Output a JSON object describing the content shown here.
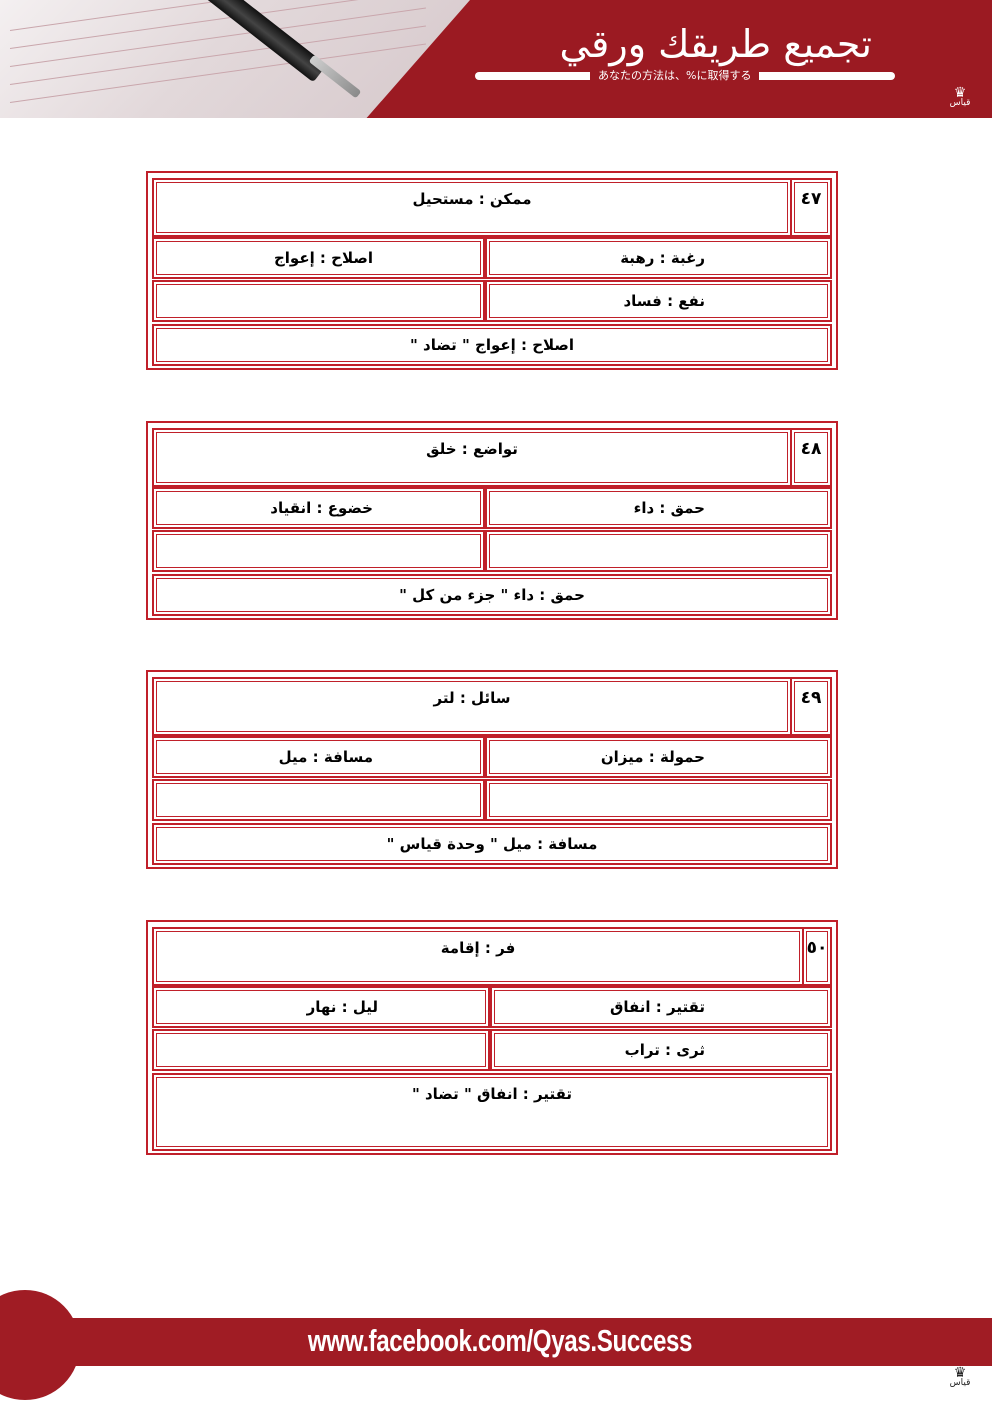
{
  "header": {
    "title": "تجميع طريقك ورقي",
    "subtitle": "あなたの方法は、%に取得する",
    "logo_text": "قياس"
  },
  "questions": [
    {
      "number": "٤٧",
      "question": "ممكن : مستحيل",
      "options": [
        "رغبة : رهبة",
        "اصلاح : إعواج",
        "نفع  : فساد",
        ""
      ],
      "answer": "اصلاح : إعواج \" تضاد \""
    },
    {
      "number": "٤٨",
      "question": "تواضع : خلق",
      "options": [
        "حمق : داء",
        "خضوع : انقياد",
        "",
        ""
      ],
      "answer": "حمق : داء \" جزء من كل \""
    },
    {
      "number": "٤٩",
      "question": "سائل : لتر",
      "options": [
        "حمولة : ميزان",
        "مسافة : ميل",
        "",
        ""
      ],
      "answer": "مسافة : ميل \" وحدة قياس \""
    },
    {
      "number": "٥٠",
      "question": "فر : إقامة",
      "options": [
        "تقتير : انفاق",
        "ليل : نهار",
        "ثرى : تراب",
        ""
      ],
      "answer": "تقتير : انفاق \" تضاد \""
    }
  ],
  "footer": {
    "url": "www.facebook.com/Qyas.Success"
  },
  "colors": {
    "brand_red": "#9b1a22",
    "border_red": "#c0202a"
  }
}
